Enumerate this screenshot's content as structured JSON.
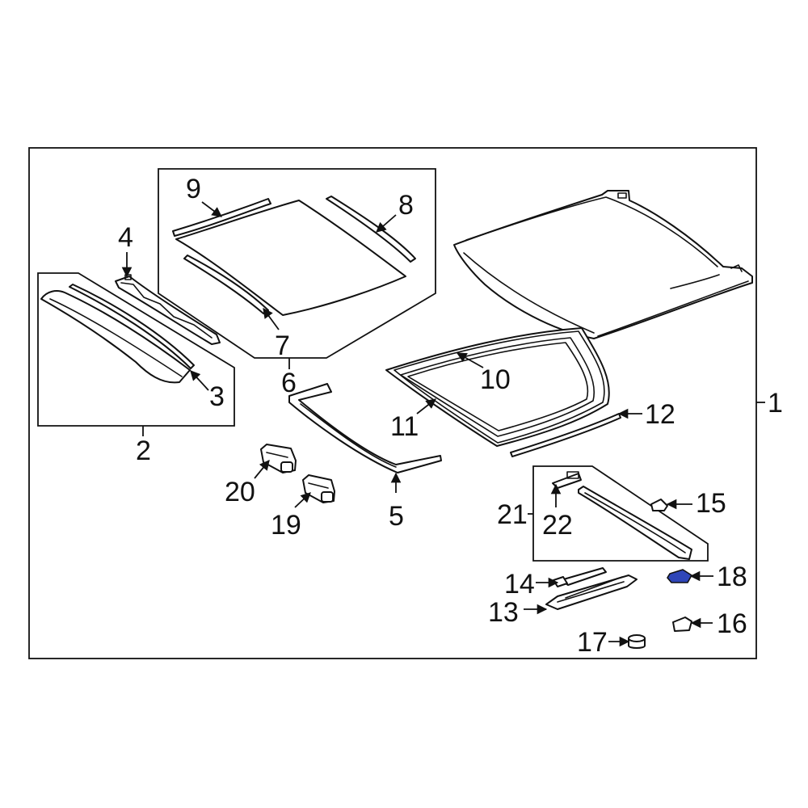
{
  "callouts": {
    "c1": "1",
    "c2": "2",
    "c3": "3",
    "c4": "4",
    "c5": "5",
    "c6": "6",
    "c7": "7",
    "c8": "8",
    "c9": "9",
    "c10": "10",
    "c11": "11",
    "c12": "12",
    "c13": "13",
    "c14": "14",
    "c15": "15",
    "c16": "16",
    "c17": "17",
    "c18": "18",
    "c19": "19",
    "c20": "20",
    "c21": "21",
    "c22": "22"
  },
  "colors": {
    "line": "#111111",
    "background": "#ffffff",
    "highlight_part_18": "#2f46b8"
  }
}
